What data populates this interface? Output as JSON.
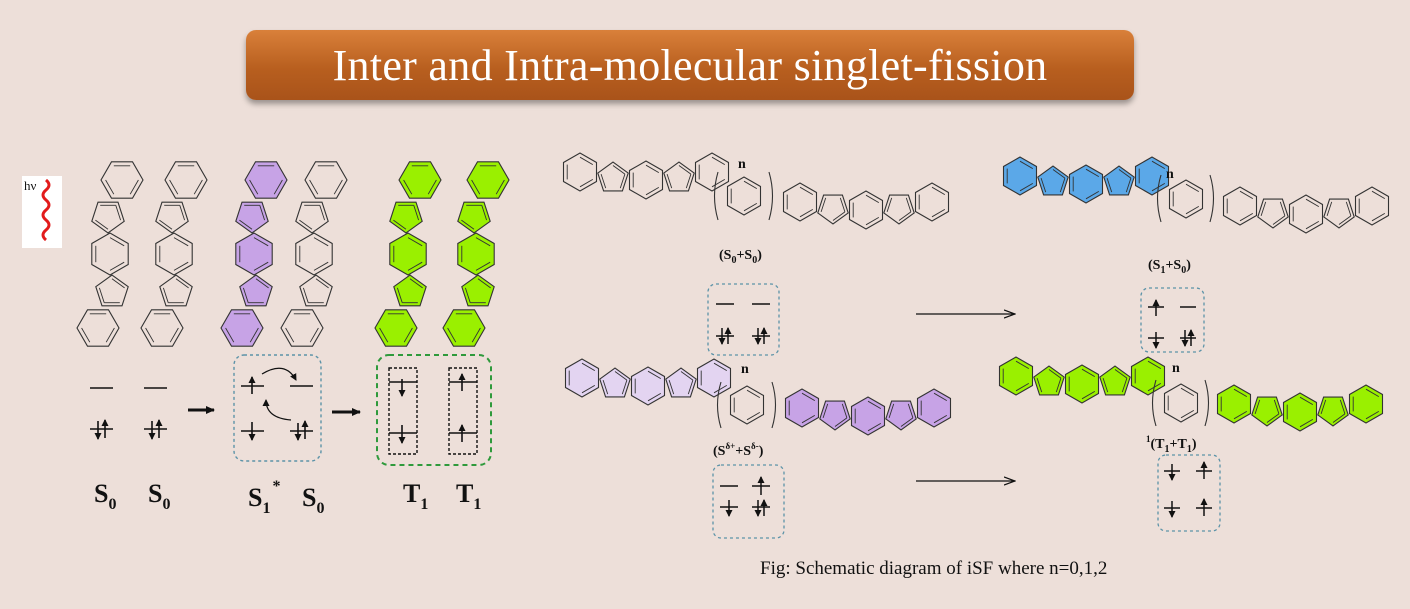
{
  "title": "Inter and Intra-molecular singlet-fission",
  "colors": {
    "background": "#eddfd9",
    "banner": "#c0692a",
    "purple": "#c7a3e6",
    "lavender": "#e3d4f1",
    "green": "#9af000",
    "blue": "#5ba8e8",
    "blue_box": "#5c93a8",
    "green_box": "#2f9a3c"
  },
  "photon_label": "hν",
  "left_states": {
    "s0_a": "S",
    "s0_a_sub": "0",
    "s0_b": "S",
    "s0_b_sub": "0",
    "s1": "S",
    "s1_sub": "1",
    "s1_sup": "*",
    "s0_c": "S",
    "s0_c_sub": "0",
    "t1_a": "T",
    "t1_a_sub": "1",
    "t1_b": "T",
    "t1_b_sub": "1"
  },
  "right_states": {
    "n_label": "n",
    "s0s0": "(S",
    "s0s0_sub1": "0",
    "s0s0_mid": "+S",
    "s0s0_sub2": "0",
    "s0s0_end": ")",
    "s1s0": "(S",
    "s1s0_sub1": "1",
    "s1s0_mid": "+S",
    "s1s0_sub2": "0",
    "s1s0_end": ")",
    "ct": "(S",
    "ct_sup1": "δ+",
    "ct_mid": "+S",
    "ct_sup2": "δ-",
    "ct_end": ")",
    "tt_pre": "1",
    "tt": "(T",
    "tt_sub1": "1",
    "tt_mid": "+T",
    "tt_sub2": "1",
    "tt_end": ")"
  },
  "caption": "Fig: Schematic diagram of iSF where n=0,1,2"
}
